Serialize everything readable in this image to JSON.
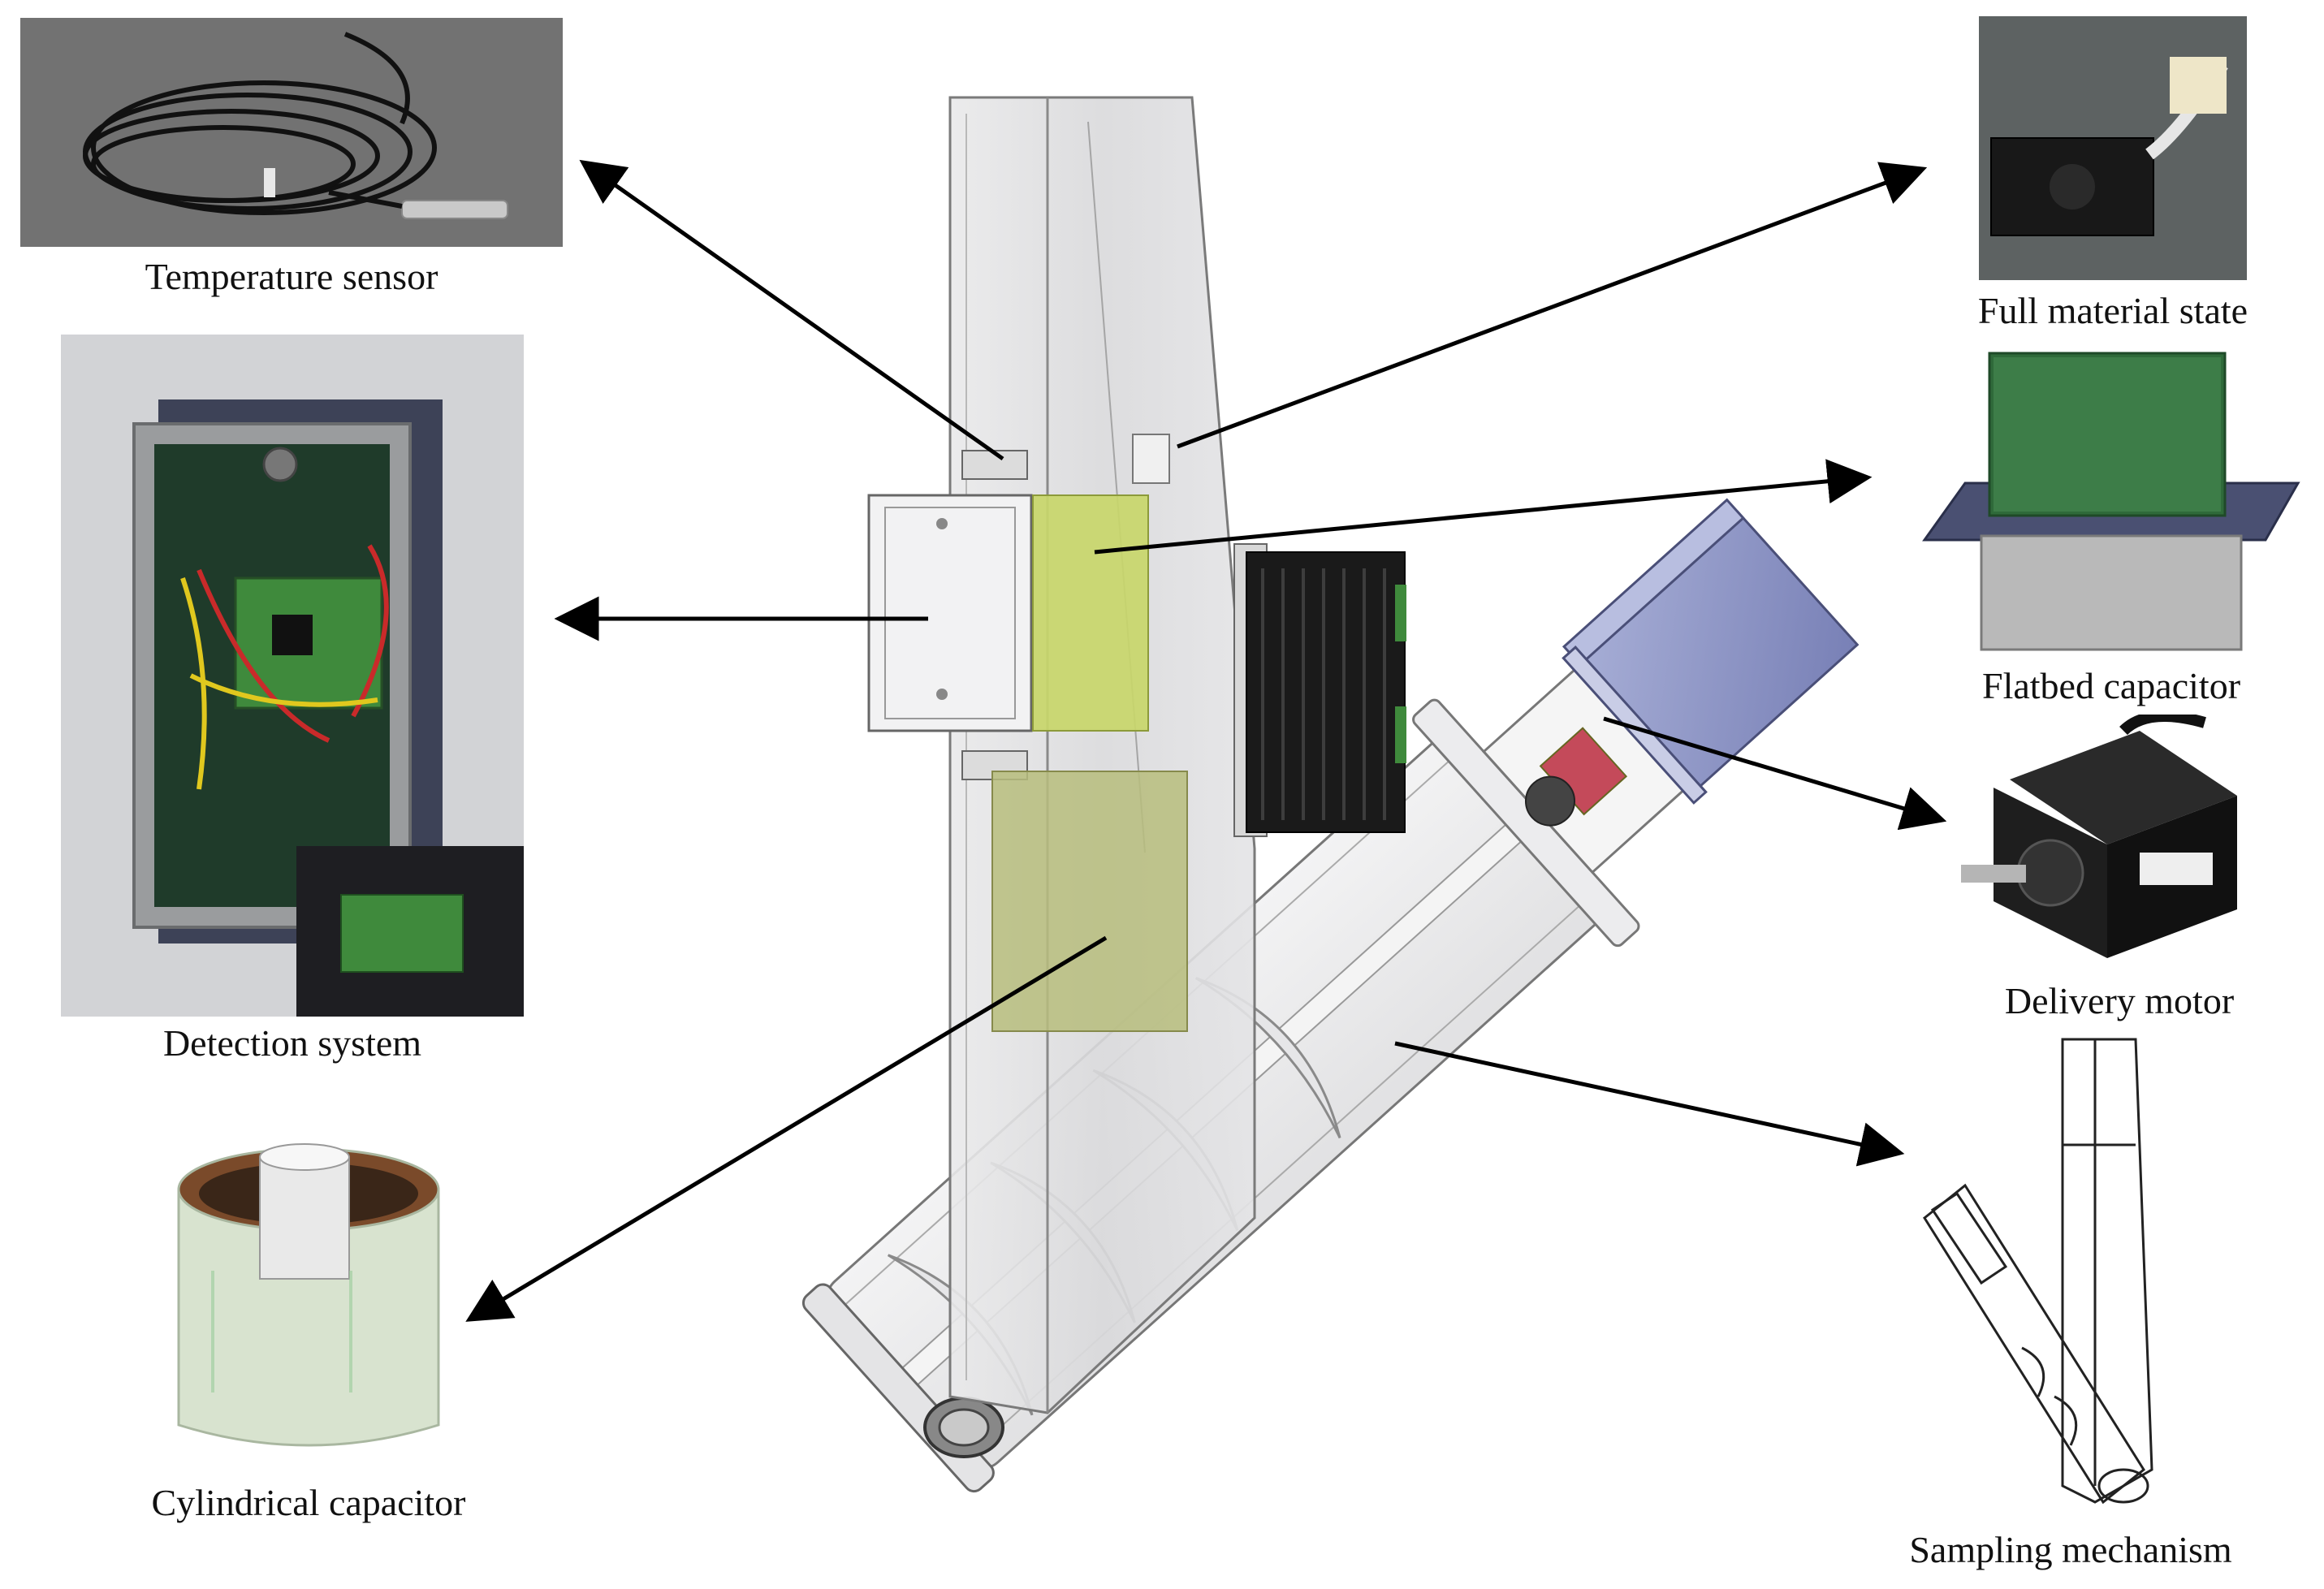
{
  "labels": {
    "temperature_sensor": "Temperature sensor",
    "detection_system": "Detection system",
    "cylindrical_capacitor": "Cylindrical capacitor",
    "full_material_state": "Full material state",
    "flatbed_capacitor": "Flatbed capacitor",
    "delivery_motor": "Delivery motor",
    "sampling_mechanism": "Sampling mechanism"
  },
  "colors": {
    "arrow": "#000000",
    "sensor_panel_yellow": "#c8d66a",
    "cylinder_panel_olive": "#b7bd7c",
    "motor_blue": "#8f97c4",
    "pcb_green": "#3f8a3c",
    "driver_black": "#1a1a1a"
  }
}
